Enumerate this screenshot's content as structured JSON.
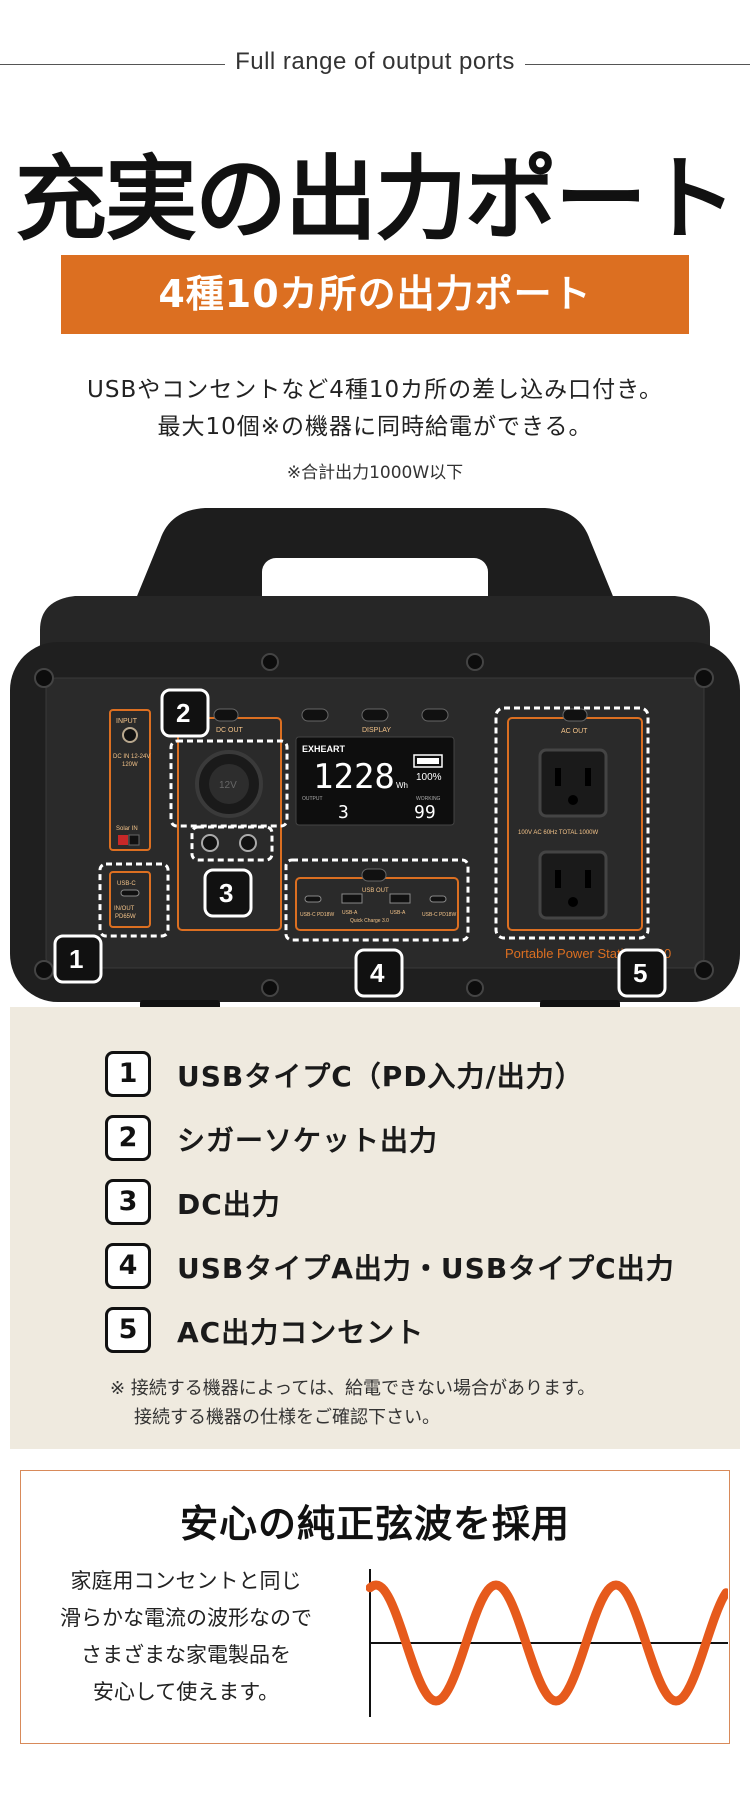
{
  "header": {
    "eyebrow": "Full range of output ports",
    "title": "充実の出力ポート",
    "banner": "4種10カ所の出力ポート"
  },
  "description": {
    "line1": "USBやコンセントなど4種10カ所の差し込み口付き。",
    "line2": "最大10個※の機器に同時給電ができる。",
    "note": "※合計出力1000W以下"
  },
  "device": {
    "brand": "EXHEART",
    "model": "Portable Power Station-1200",
    "display": {
      "capacity": "1228",
      "capacity_unit": "Wh",
      "battery_percent": "100%",
      "output_label": "OUTPUT",
      "output_value": "3",
      "working_label": "WORKING",
      "working_value": "99"
    },
    "labels": {
      "input": "INPUT",
      "dc_in": "DC IN 12-24V",
      "dc_in_watt": "120W",
      "solar_in": "Solar IN",
      "usbc": "USB-C",
      "in_out": "IN/OUT",
      "pd65w": "PD65W",
      "dc_out": "DC OUT",
      "display_btn": "DISPLAY",
      "usb_out": "USB OUT",
      "usbc_pd18w": "USB-C PD18W",
      "usba": "USB-A",
      "quick_charge": "Quick Charge 3.0",
      "ac_out": "AC OUT",
      "ac_spec": "100V AC 60Hz  TOTAL 1000W",
      "socket_12v": "12V"
    },
    "markers": [
      "1",
      "2",
      "3",
      "4",
      "5"
    ]
  },
  "legend": {
    "items": [
      {
        "num": "1",
        "label": "USBタイプC（PD入力/出力）"
      },
      {
        "num": "2",
        "label": "シガーソケット出力"
      },
      {
        "num": "3",
        "label": "DC出力"
      },
      {
        "num": "4",
        "label": "USBタイプA出力・USBタイプC出力"
      },
      {
        "num": "5",
        "label": "AC出力コンセント"
      }
    ],
    "note_line1": "※ 接続する機器によっては、給電できない場合があります。",
    "note_line2": "接続する機器の仕様をご確認下さい。"
  },
  "sine": {
    "title": "安心の純正弦波を採用",
    "lines": [
      "家庭用コンセントと同じ",
      "滑らかな電流の波形なので",
      "さまざまな家電製品を",
      "安心して使えます。"
    ],
    "wave_color": "#e65a1c"
  },
  "colors": {
    "accent": "#dc6f21",
    "panel_bg": "#efeadf"
  }
}
